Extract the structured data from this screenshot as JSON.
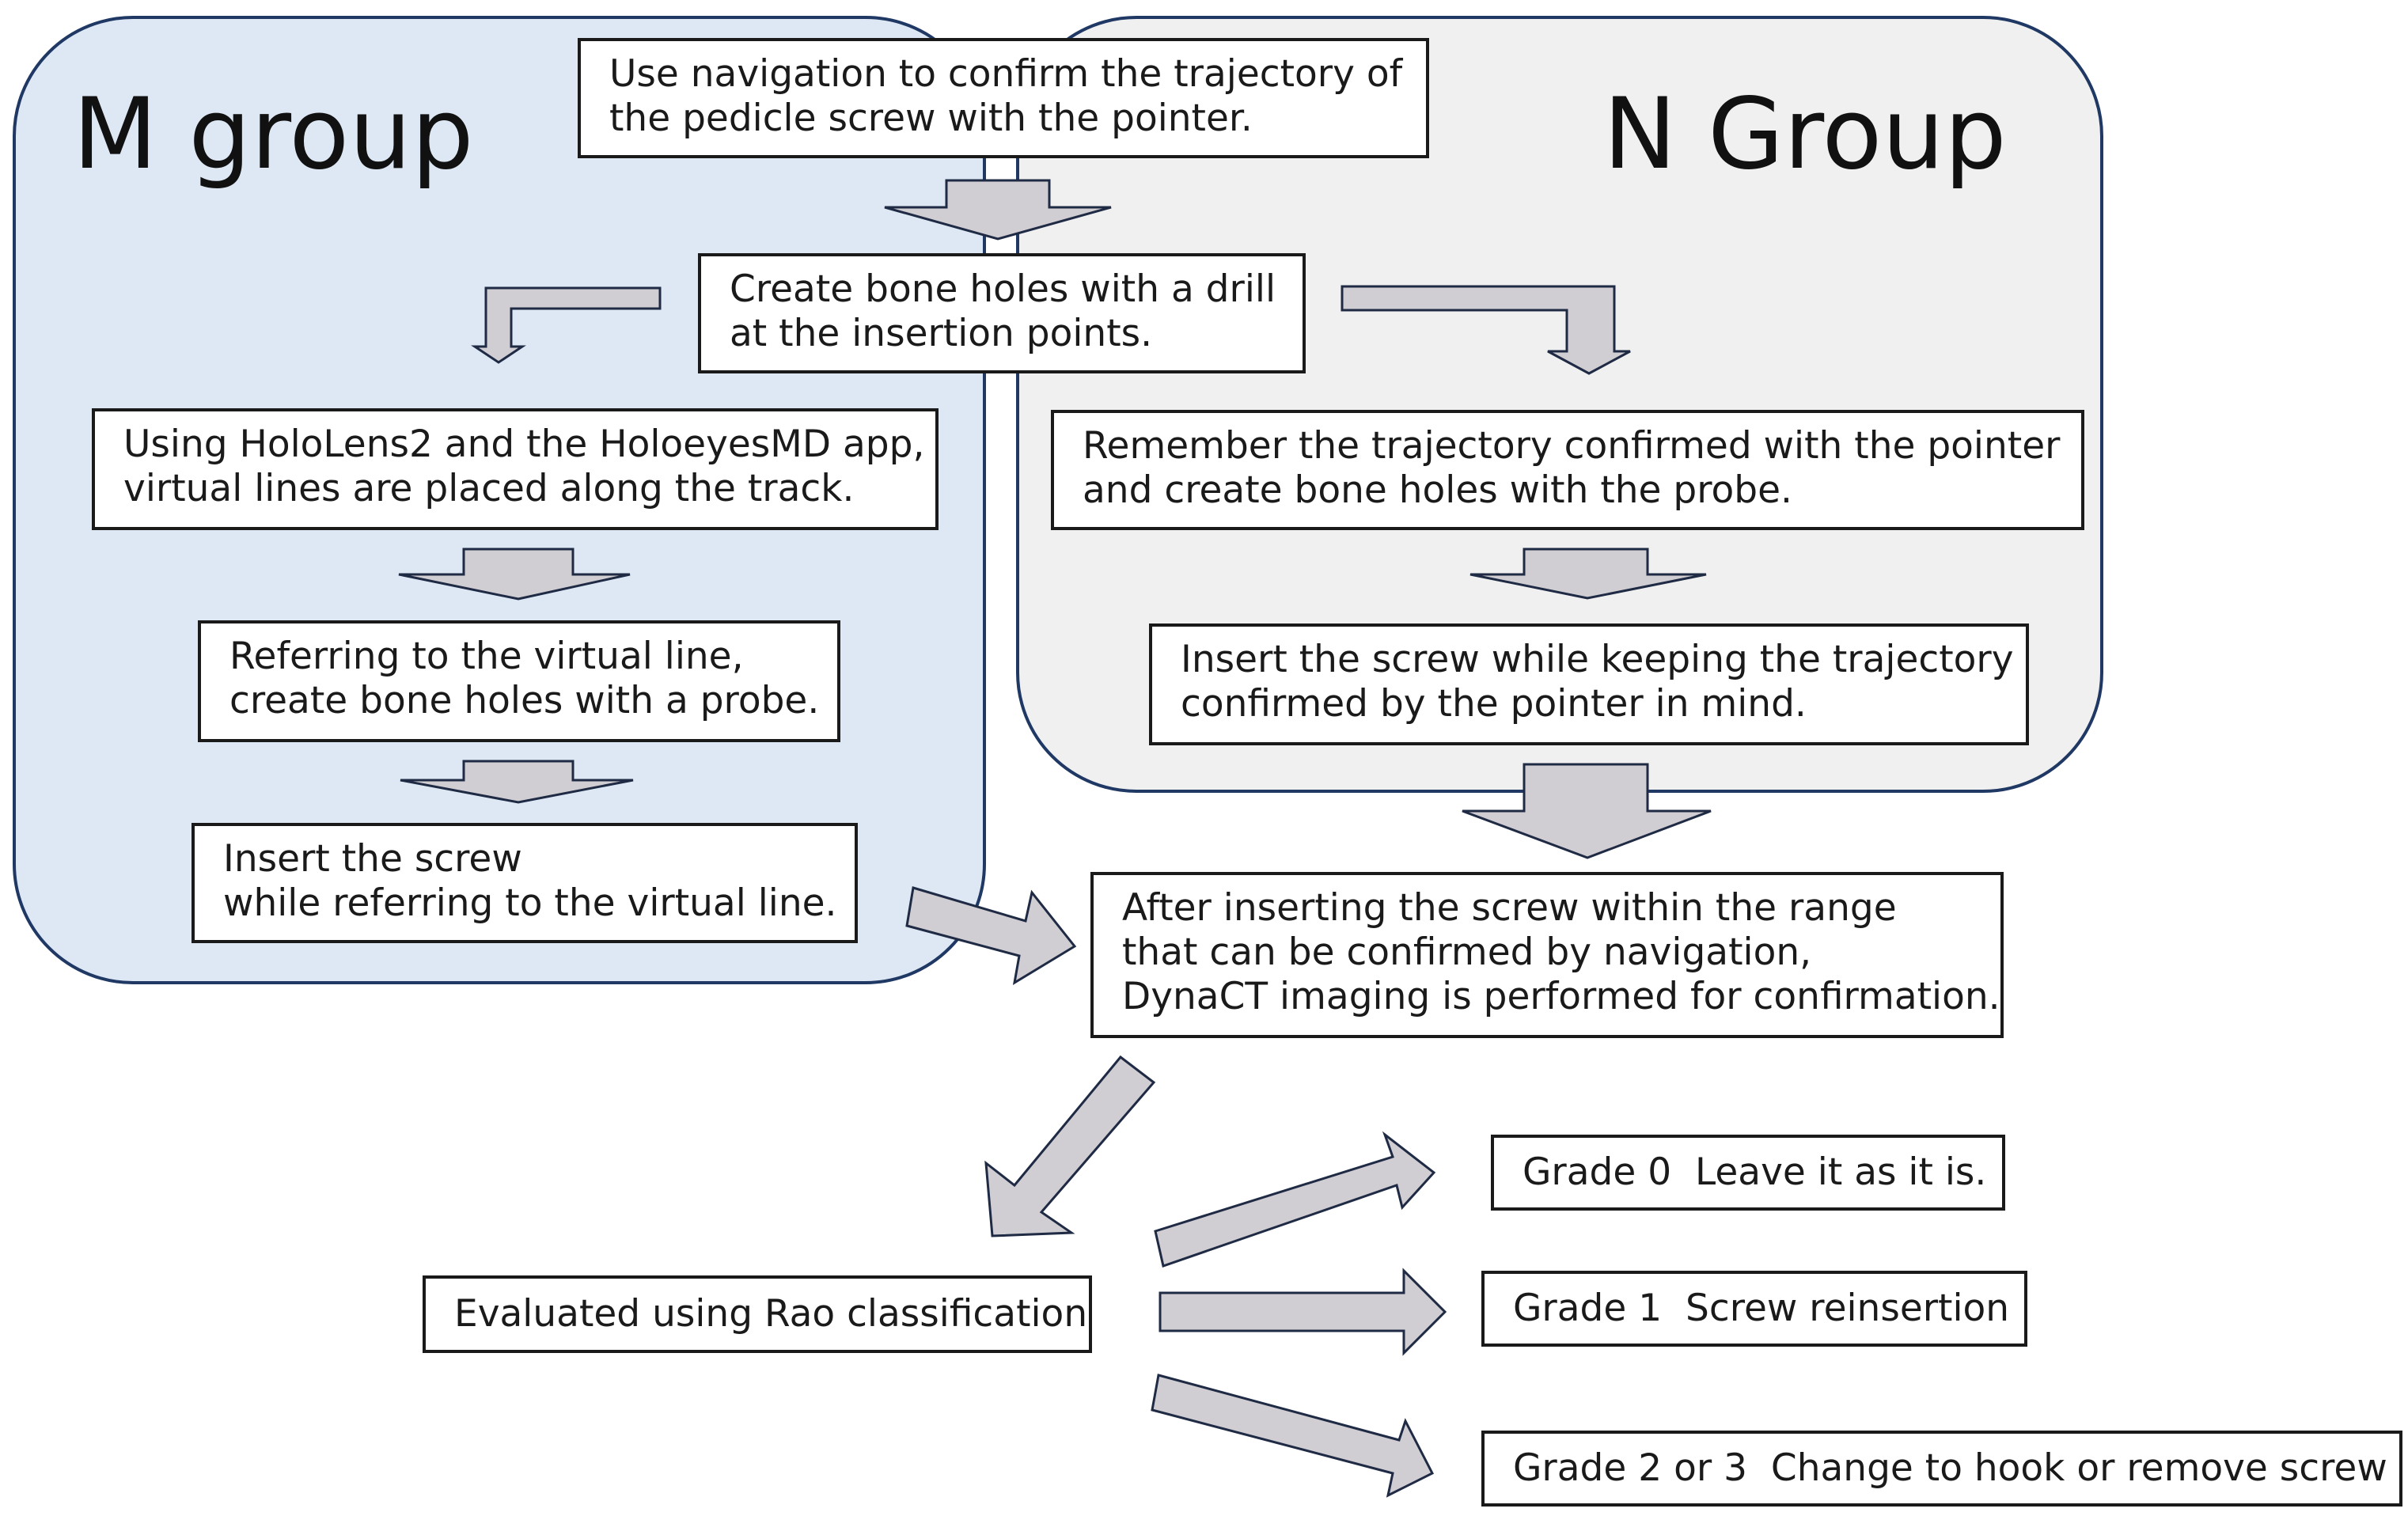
{
  "colors": {
    "m_group_fill": "#dde8f4",
    "n_group_fill": "#f0f0f0",
    "group_stroke": "#1f3864",
    "arrow_fill": "#d0ced2",
    "arrow_stroke": "#1f2a44",
    "box_border": "#1a1a1a"
  },
  "groups": {
    "m": {
      "title": "M group"
    },
    "n": {
      "title": "N Group"
    }
  },
  "steps": {
    "navigation_confirm": "Use navigation to confirm the trajectory of\nthe pedicle screw with the pointer.",
    "drill_holes": "Create bone holes with a drill\nat the insertion points.",
    "m_virtual_lines": "Using HoloLens2 and the HoloeyesMD app,\nvirtual lines are placed along the track.",
    "m_probe_holes": "Referring to the virtual line,\ncreate bone holes with a probe.",
    "m_insert_screw": "Insert the screw\nwhile referring to the virtual line.",
    "n_remember_trajectory": "Remember the trajectory confirmed with the pointer\nand create bone holes with the probe.",
    "n_insert_screw": "Insert the screw while keeping the trajectory\nconfirmed by the pointer in mind.",
    "dynact_confirm": "After inserting the screw within the range\nthat can be confirmed by navigation,\nDynaCT imaging is performed for confirmation.",
    "rao_evaluation": "Evaluated using Rao classification"
  },
  "grades": [
    {
      "label": "Grade 0  Leave it as it is."
    },
    {
      "label": "Grade 1  Screw reinsertion"
    },
    {
      "label": "Grade 2 or 3  Change to hook or remove screw"
    }
  ]
}
